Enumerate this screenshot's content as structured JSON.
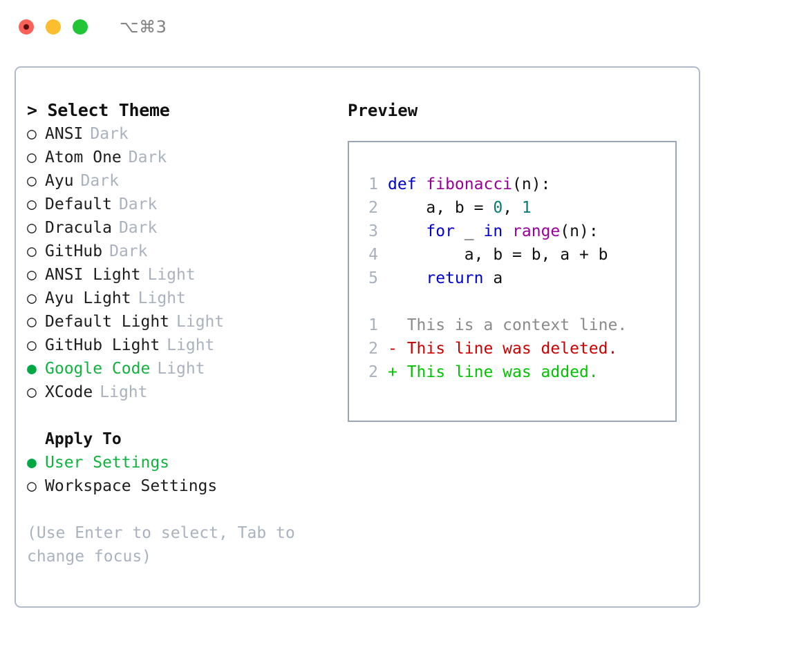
{
  "window": {
    "traffic_lights": [
      "close",
      "minimize",
      "zoom"
    ],
    "shortcut_label": "⌥⌘3",
    "colors": {
      "red": "#fb6159",
      "yellow": "#fcbd2e",
      "green": "#21c535",
      "panel_border": "#b0bac8",
      "preview_border": "#9aa5b5",
      "accent_green": "#00a844",
      "muted": "#aab2bf"
    }
  },
  "theme_picker": {
    "header": "> Select Theme",
    "marker_selected": "●",
    "marker_unselected": "○",
    "items": [
      {
        "name": "ANSI",
        "kind": "Dark",
        "selected": false
      },
      {
        "name": "Atom One",
        "kind": "Dark",
        "selected": false
      },
      {
        "name": "Ayu",
        "kind": "Dark",
        "selected": false
      },
      {
        "name": "Default",
        "kind": "Dark",
        "selected": false
      },
      {
        "name": "Dracula",
        "kind": "Dark",
        "selected": false
      },
      {
        "name": "GitHub",
        "kind": "Dark",
        "selected": false
      },
      {
        "name": "ANSI Light",
        "kind": "Light",
        "selected": false
      },
      {
        "name": "Ayu Light",
        "kind": "Light",
        "selected": false
      },
      {
        "name": "Default Light",
        "kind": "Light",
        "selected": false
      },
      {
        "name": "GitHub Light",
        "kind": "Light",
        "selected": false
      },
      {
        "name": "Google Code",
        "kind": "Light",
        "selected": true
      },
      {
        "name": "XCode",
        "kind": "Light",
        "selected": false
      }
    ]
  },
  "apply_to": {
    "header": "Apply To",
    "items": [
      {
        "name": "User Settings",
        "selected": true
      },
      {
        "name": "Workspace Settings",
        "selected": false
      }
    ]
  },
  "hint": "(Use Enter to select, Tab to change focus)",
  "preview": {
    "title": "Preview",
    "code_lines": [
      {
        "num": "1",
        "segments": [
          {
            "text": "def ",
            "tok": "kw"
          },
          {
            "text": "fibonacci",
            "tok": "fn"
          },
          {
            "text": "(n):",
            "tok": "pln"
          }
        ]
      },
      {
        "num": "2",
        "segments": [
          {
            "text": "    a, b = ",
            "tok": "pln"
          },
          {
            "text": "0",
            "tok": "num"
          },
          {
            "text": ", ",
            "tok": "pln"
          },
          {
            "text": "1",
            "tok": "num"
          }
        ]
      },
      {
        "num": "3",
        "segments": [
          {
            "text": "    for ",
            "tok": "kw"
          },
          {
            "text": "_ ",
            "tok": "pln"
          },
          {
            "text": "in ",
            "tok": "kw"
          },
          {
            "text": "range",
            "tok": "fn"
          },
          {
            "text": "(n):",
            "tok": "pln"
          }
        ]
      },
      {
        "num": "4",
        "segments": [
          {
            "text": "        a, b = b, a + b",
            "tok": "pln"
          }
        ]
      },
      {
        "num": "5",
        "segments": [
          {
            "text": "    return ",
            "tok": "kw"
          },
          {
            "text": "a",
            "tok": "pln"
          }
        ]
      }
    ],
    "diff_lines": [
      {
        "num": "1",
        "text": "  This is a context line.",
        "tok": "ctx"
      },
      {
        "num": "2",
        "text": "- This line was deleted.",
        "tok": "del"
      },
      {
        "num": "2",
        "text": "+ This line was added.",
        "tok": "add"
      }
    ]
  }
}
